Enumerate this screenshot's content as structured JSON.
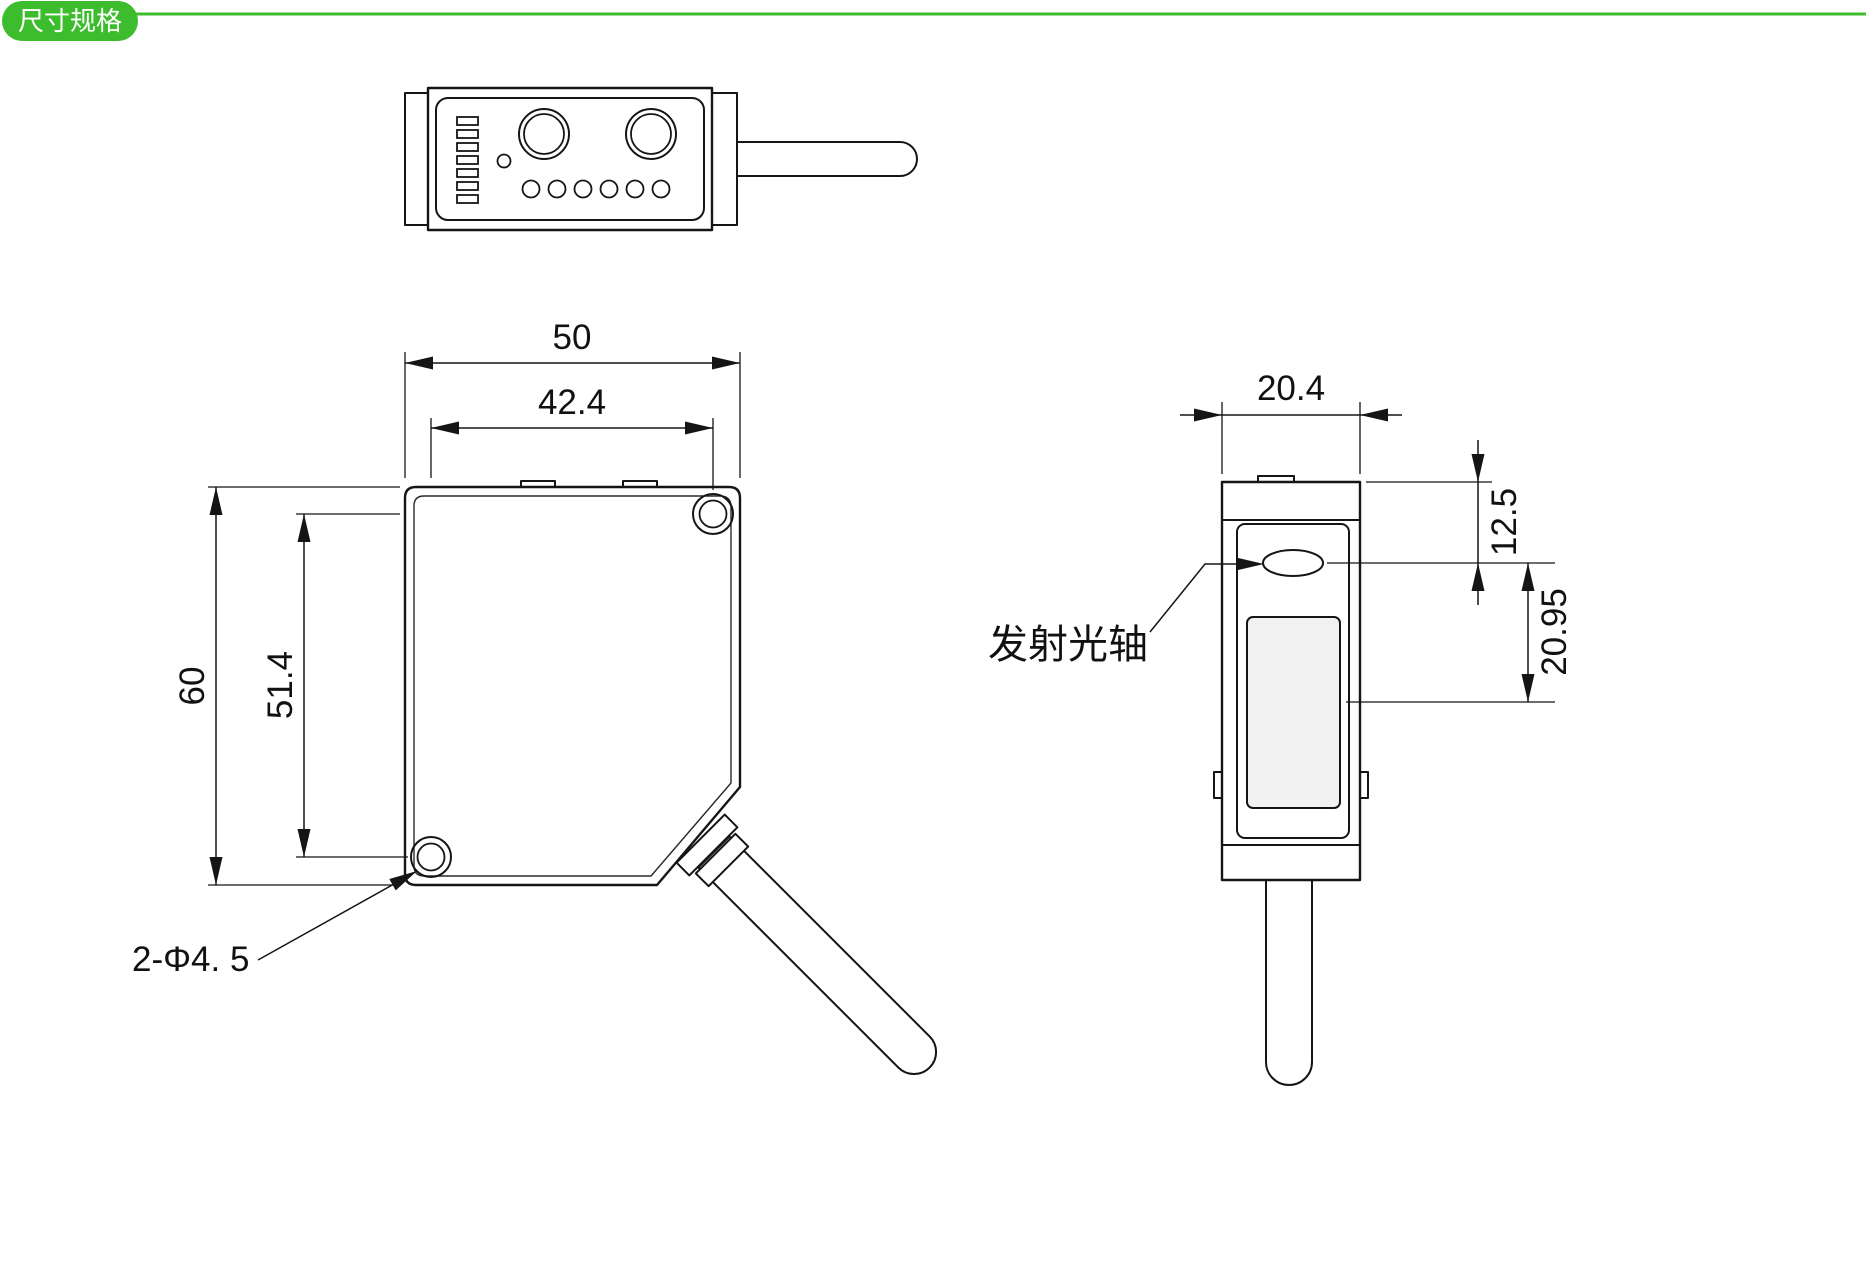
{
  "page": {
    "background": "#ffffff",
    "accent_color": "#3dbd2d",
    "line_color": "#151515"
  },
  "header": {
    "title": "尺寸规格"
  },
  "views": {
    "front": {
      "dim_width_outer": "50",
      "dim_width_holes": "42.4",
      "dim_height_outer": "60",
      "dim_height_holes": "51.4",
      "holes_label": "2-Φ4. 5"
    },
    "side": {
      "dim_width": "20.4",
      "dim_axis_from_top": "12.5",
      "dim_axis_to_window": "20.95",
      "axis_label": "发射光轴"
    }
  }
}
